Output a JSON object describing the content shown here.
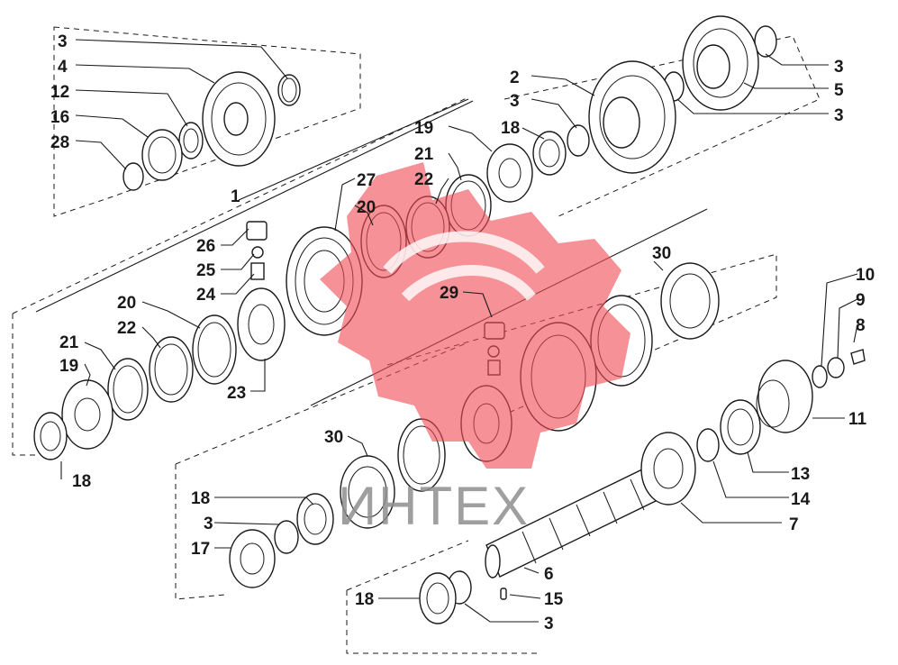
{
  "diagram": {
    "callouts": [
      {
        "id": "c-3-a",
        "text": "3"
      },
      {
        "id": "c-4",
        "text": "4"
      },
      {
        "id": "c-12",
        "text": "12"
      },
      {
        "id": "c-16",
        "text": "16"
      },
      {
        "id": "c-28",
        "text": "28"
      },
      {
        "id": "c-1",
        "text": "1"
      },
      {
        "id": "c-26",
        "text": "26"
      },
      {
        "id": "c-25",
        "text": "25"
      },
      {
        "id": "c-24",
        "text": "24"
      },
      {
        "id": "c-20-a",
        "text": "20"
      },
      {
        "id": "c-22-a",
        "text": "22"
      },
      {
        "id": "c-21-a",
        "text": "21"
      },
      {
        "id": "c-19-a",
        "text": "19"
      },
      {
        "id": "c-18-a",
        "text": "18"
      },
      {
        "id": "c-23",
        "text": "23"
      },
      {
        "id": "c-27",
        "text": "27"
      },
      {
        "id": "c-20-b",
        "text": "20"
      },
      {
        "id": "c-19-b",
        "text": "19"
      },
      {
        "id": "c-21-b",
        "text": "21"
      },
      {
        "id": "c-22-b",
        "text": "22"
      },
      {
        "id": "c-18-b",
        "text": "18"
      },
      {
        "id": "c-2",
        "text": "2"
      },
      {
        "id": "c-3-b",
        "text": "3"
      },
      {
        "id": "c-3-c",
        "text": "3"
      },
      {
        "id": "c-5",
        "text": "5"
      },
      {
        "id": "c-3-d",
        "text": "3"
      },
      {
        "id": "c-30-a",
        "text": "30"
      },
      {
        "id": "c-29",
        "text": "29"
      },
      {
        "id": "c-10",
        "text": "10"
      },
      {
        "id": "c-9",
        "text": "9"
      },
      {
        "id": "c-8",
        "text": "8"
      },
      {
        "id": "c-11",
        "text": "11"
      },
      {
        "id": "c-13",
        "text": "13"
      },
      {
        "id": "c-14",
        "text": "14"
      },
      {
        "id": "c-7",
        "text": "7"
      },
      {
        "id": "c-30-b",
        "text": "30"
      },
      {
        "id": "c-18-c",
        "text": "18"
      },
      {
        "id": "c-3-e",
        "text": "3"
      },
      {
        "id": "c-17",
        "text": "17"
      },
      {
        "id": "c-6",
        "text": "6"
      },
      {
        "id": "c-15",
        "text": "15"
      },
      {
        "id": "c-18-d",
        "text": "18"
      },
      {
        "id": "c-3-f",
        "text": "3"
      }
    ]
  },
  "watermark": {
    "text": "ИНТЕХ",
    "color": "#ef4e57"
  }
}
